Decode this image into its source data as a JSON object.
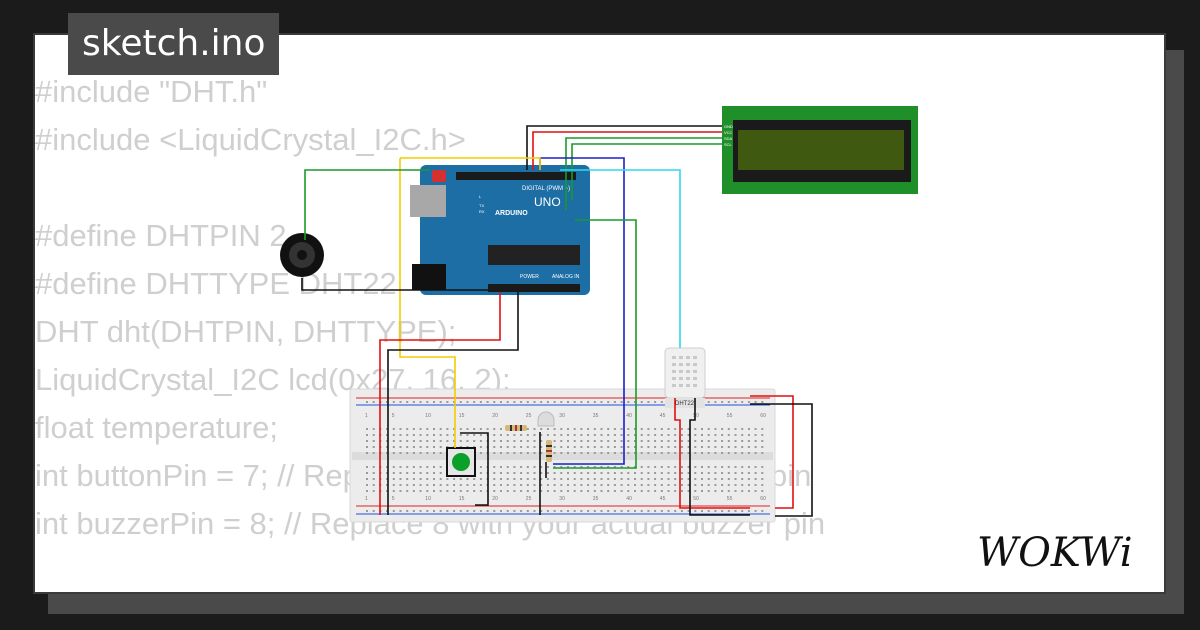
{
  "file_tab": {
    "label": "sketch.ino"
  },
  "code_lines": [
    "#include \"DHT.h\"",
    "#include <LiquidCrystal_I2C.h>",
    "",
    "#define DHTPIN 2",
    "#define DHTTYPE DHT22",
    "DHT dht(DHTPIN, DHTTYPE);",
    "LiquidCrystal_I2C lcd(0x27, 16, 2);",
    "float temperature;",
    "int buttonPin = 7; // Replace 7 with your actual button pin",
    "int buzzerPin = 8; // Replace 8 with your actual buzzer pin"
  ],
  "board": {
    "brand": "ARDUINO",
    "model": "UNO",
    "digital_label": "DIGITAL (PWM ~)",
    "power_label": "POWER",
    "analog_label": "ANALOG IN",
    "tx": "TX",
    "rx": "RX",
    "l": "L"
  },
  "lcd": {
    "pins": [
      "GND",
      "VCC",
      "SDA",
      "SCL"
    ]
  },
  "sensor": {
    "label": "DHT22"
  },
  "breadboard": {
    "column_numbers": [
      "1",
      "5",
      "10",
      "15",
      "20",
      "25",
      "30",
      "35",
      "40",
      "45",
      "50",
      "55",
      "60"
    ]
  },
  "brand_logo": {
    "text": "WOKWi"
  },
  "colors": {
    "background": "#1b1b1b",
    "card": "#ffffff",
    "tab": "#4a4a4a",
    "code_text": "#cfcfcf",
    "arduino_blue": "#1e6ea6",
    "lcd_green": "#1f8f2a",
    "lcd_screen": "#3f5a10",
    "wire_red": "#e01010",
    "wire_black": "#111111",
    "wire_yellow": "#f3cc00",
    "wire_green": "#1a9a2a",
    "wire_blue": "#1a20c8",
    "wire_cyan": "#30d8f0",
    "button_green": "#0aa02a"
  }
}
